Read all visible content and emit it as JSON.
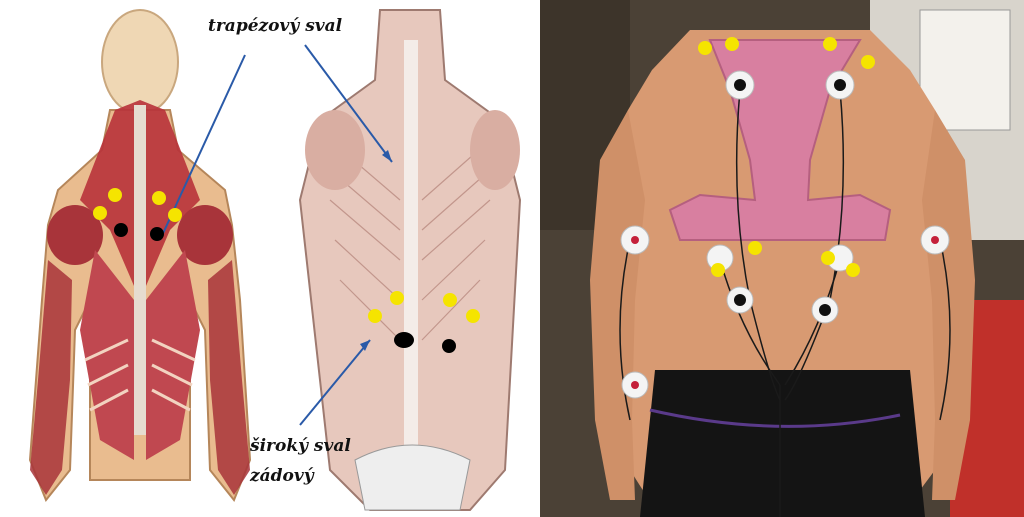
{
  "labels": {
    "trapezius": "trapézový sval",
    "latissimus_line1": "široký sval",
    "latissimus_line2": "zádový"
  },
  "colors": {
    "electrode_active": "#f5e400",
    "electrode_reference": "#000000",
    "arrow": "#2a5aa8",
    "muscle_red": "#b02a30",
    "skin": "#e8b48a"
  },
  "icons": {
    "electrode_active": "yellow-dot",
    "electrode_reference": "black-dot"
  }
}
